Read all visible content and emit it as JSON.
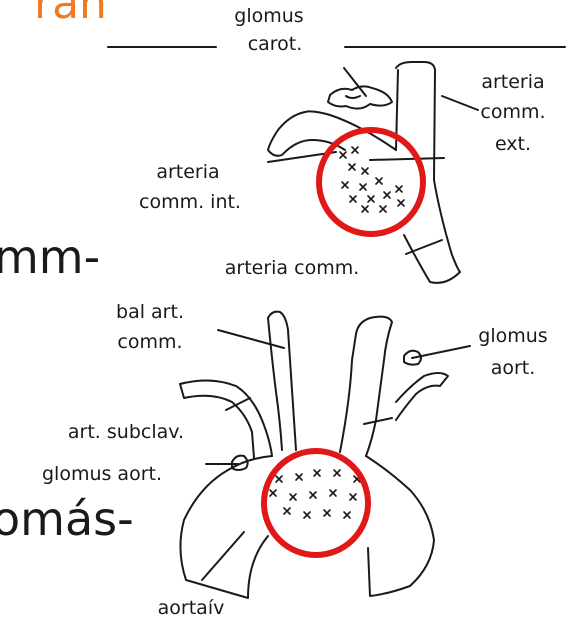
{
  "slide": {
    "title_fragment": "ran",
    "title_color": "#f07a20",
    "text_fragment_1": "mm-",
    "text_fragment_2": "omás-"
  },
  "labels": {
    "glomus_carot_1": "glomus",
    "glomus_carot_2": "carot.",
    "arteria_comm_ext_1": "arteria",
    "arteria_comm_ext_2": "comm.",
    "arteria_comm_ext_3": "ext.",
    "arteria_comm_int_1": "arteria",
    "arteria_comm_int_2": "comm. int.",
    "arteria_comm": "arteria comm.",
    "bal_art_comm_1": "bal art.",
    "bal_art_comm_2": "comm.",
    "glomus_aort_right_1": "glomus",
    "glomus_aort_right_2": "aort.",
    "art_subclav": "art. subclav.",
    "glomus_aort_left": "glomus aort.",
    "aortaiv": "aortaív"
  },
  "colors": {
    "highlight_circle": "#e01818",
    "line": "#1a1a1a"
  }
}
